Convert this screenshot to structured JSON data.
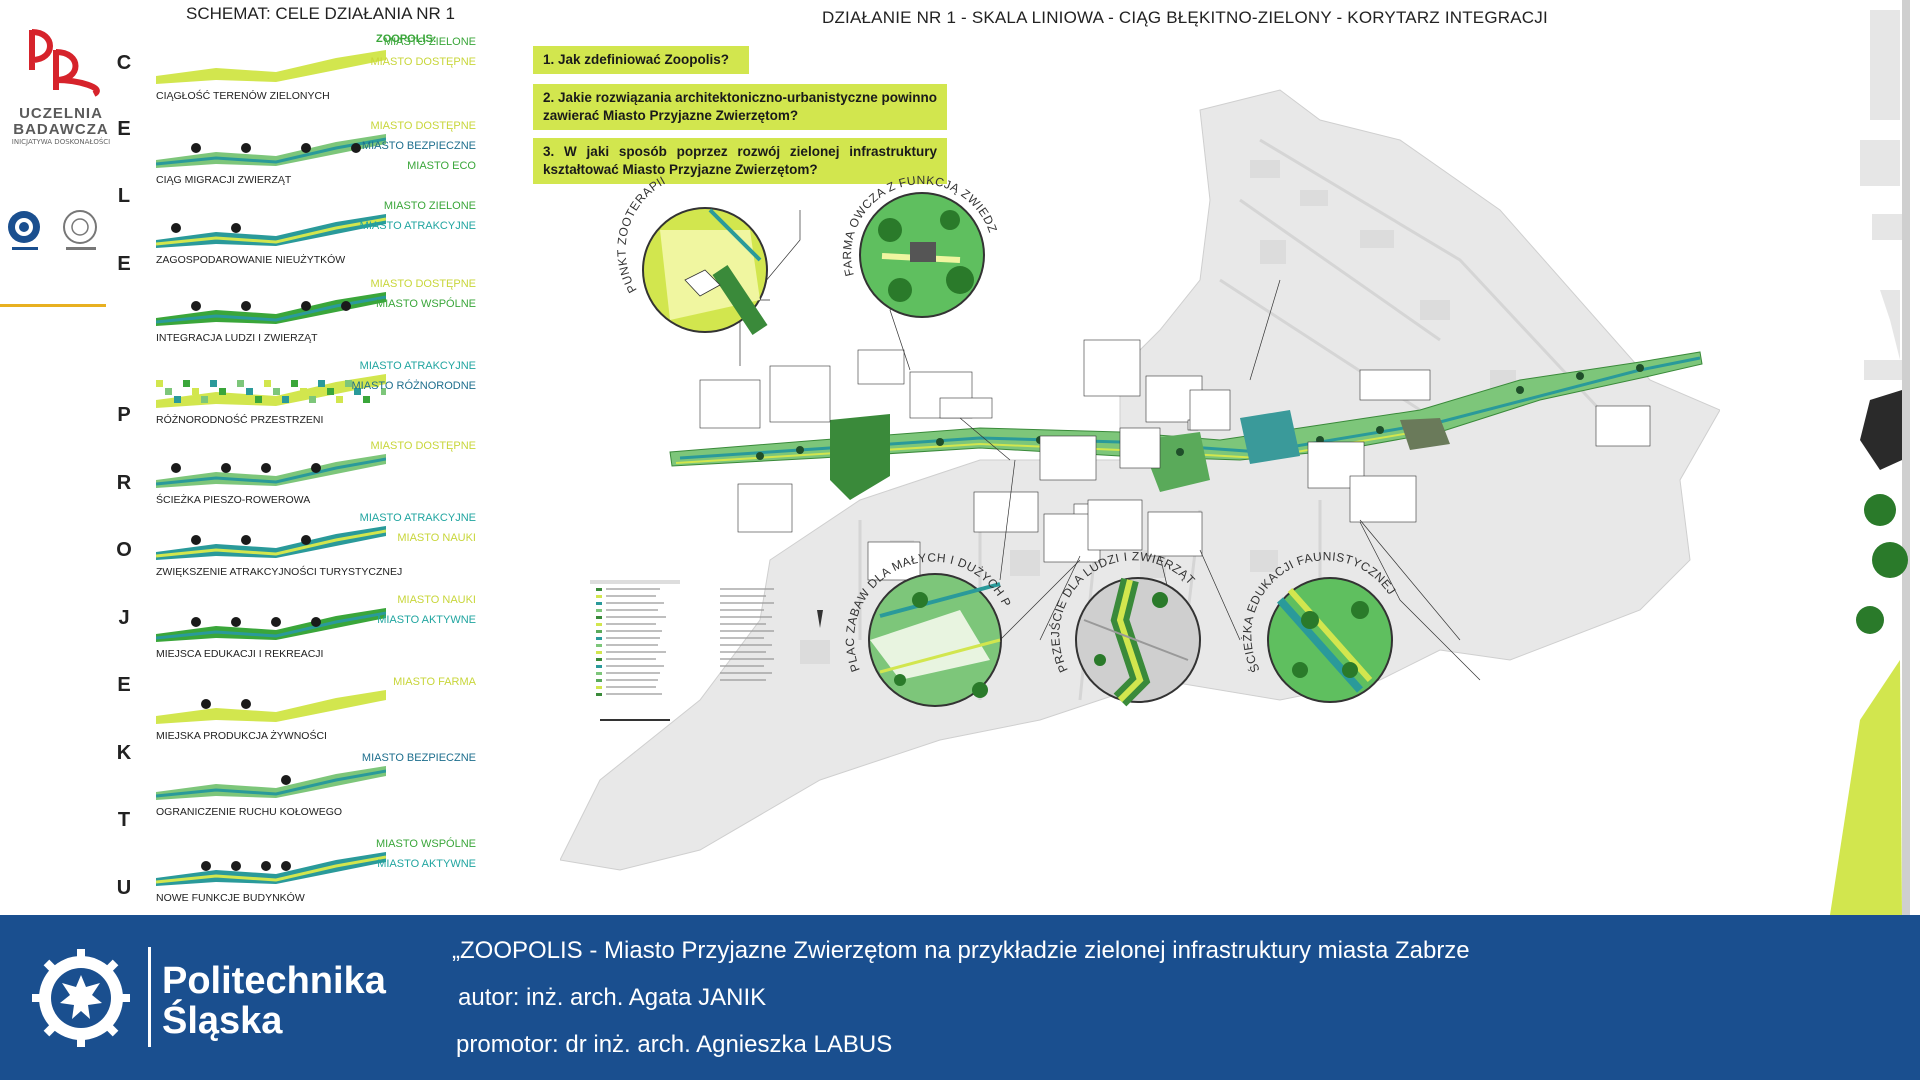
{
  "left": {
    "logo_text": "UCZELNIA",
    "logo_text2": "BADAWCZA",
    "logo_sub": "INICJATYWA DOSKONAŁOŚCI",
    "schema_title": "SCHEMAT: CELE DZIAŁANIA NR 1",
    "zoopolis_label": "ZOOPOLIS:",
    "vertical_cele": [
      "C",
      "E",
      "L",
      "E"
    ],
    "vertical_projektu": [
      "P",
      "R",
      "O",
      "J",
      "E",
      "K",
      "T",
      "U"
    ],
    "rows": [
      {
        "label": "CIĄGŁOŚĆ TERENÓW ZIELONYCH",
        "tags": [
          {
            "t": "MIASTO ZIELONE",
            "c": "g"
          },
          {
            "t": "MIASTO DOSTĘPNE",
            "c": "y"
          }
        ]
      },
      {
        "label": "CIĄG MIGRACJI ZWIERZĄT",
        "tags": [
          {
            "t": "MIASTO DOSTĘPNE",
            "c": "y"
          },
          {
            "t": "MIASTO BEZPIECZNE",
            "c": "b"
          },
          {
            "t": "MIASTO ECO",
            "c": "g"
          }
        ]
      },
      {
        "label": "ZAGOSPODAROWANIE NIEUŻYTKÓW",
        "tags": [
          {
            "t": "MIASTO ZIELONE",
            "c": "g"
          },
          {
            "t": "MIASTO ATRAKCYJNE",
            "c": "t"
          }
        ]
      },
      {
        "label": "INTEGRACJA LUDZI I ZWIERZĄT",
        "tags": [
          {
            "t": "MIASTO DOSTĘPNE",
            "c": "y"
          },
          {
            "t": "MIASTO WSPÓLNE",
            "c": "g"
          }
        ]
      },
      {
        "label": "RÓŻNORODNOŚĆ PRZESTRZENI",
        "tags": [
          {
            "t": "MIASTO ATRAKCYJNE",
            "c": "t"
          },
          {
            "t": "MIASTO RÓŻNORODNE",
            "c": "b"
          }
        ]
      },
      {
        "label": "ŚCIEŻKA PIESZO-ROWEROWA",
        "tags": [
          {
            "t": "MIASTO DOSTĘPNE",
            "c": "y"
          }
        ]
      },
      {
        "label": "ZWIĘKSZENIE ATRAKCYJNOŚCI TURYSTYCZNEJ",
        "tags": [
          {
            "t": "MIASTO ATRAKCYJNE",
            "c": "t"
          },
          {
            "t": "MIASTO NAUKI",
            "c": "y"
          }
        ]
      },
      {
        "label": "MIEJSCA EDUKACJI I REKREACJI",
        "tags": [
          {
            "t": "MIASTO NAUKI",
            "c": "y"
          },
          {
            "t": "MIASTO AKTYWNE",
            "c": "t"
          }
        ]
      },
      {
        "label": "MIEJSKA PRODUKCJA ŻYWNOŚCI",
        "tags": [
          {
            "t": "MIASTO FARMA",
            "c": "y"
          }
        ]
      },
      {
        "label": "OGRANICZENIE RUCHU KOŁOWEGO",
        "tags": [
          {
            "t": "MIASTO BEZPIECZNE",
            "c": "b"
          }
        ]
      },
      {
        "label": "NOWE FUNKCJE BUDYNKÓW",
        "tags": [
          {
            "t": "MIASTO WSPÓLNE",
            "c": "g"
          },
          {
            "t": "MIASTO AKTYWNE",
            "c": "t"
          }
        ]
      }
    ]
  },
  "center": {
    "title": "DZIAŁANIE NR 1 - SKALA LINIOWA - CIĄG BŁĘKITNO-ZIELONY - KORYTARZ INTEGRACJI",
    "questions": [
      "1. Jak zdefiniować Zoopolis?",
      "2. Jakie rozwiązania architektoniczno-urbanistyczne powinno zawierać Miasto Przyjazne Zwierzętom?",
      "3. W jaki sposób poprzez rozwój zielonej infrastruktury kształtować Miasto Przyjazne Zwierzętom?"
    ],
    "circles": [
      "PUNKT ZOOTERAPII",
      "FARMA OWCZA Z FUNKCJĄ ZWIEDZANIA",
      "PLAC ZABAW DLA MAŁYCH I DUŻYCH PSÓW",
      "PRZEJŚCIE DLA LUDZI I ZWIERZĄT",
      "ŚCIEŻKA EDUKACJI FAUNISTYCZNEJ"
    ]
  },
  "footer": {
    "university_line1": "Politechnika",
    "university_line2": "Śląska",
    "title_line": "„ZOOPOLIS - Miasto Przyjazne Zwierzętom na przykładzie zielonej infrastruktury miasta Zabrze",
    "author_line": "autor: inż. arch. Agata JANIK",
    "promotor_line": "promotor: dr inż. arch. Agnieszka LABUS",
    "bg_color": "#1a4f8f"
  }
}
